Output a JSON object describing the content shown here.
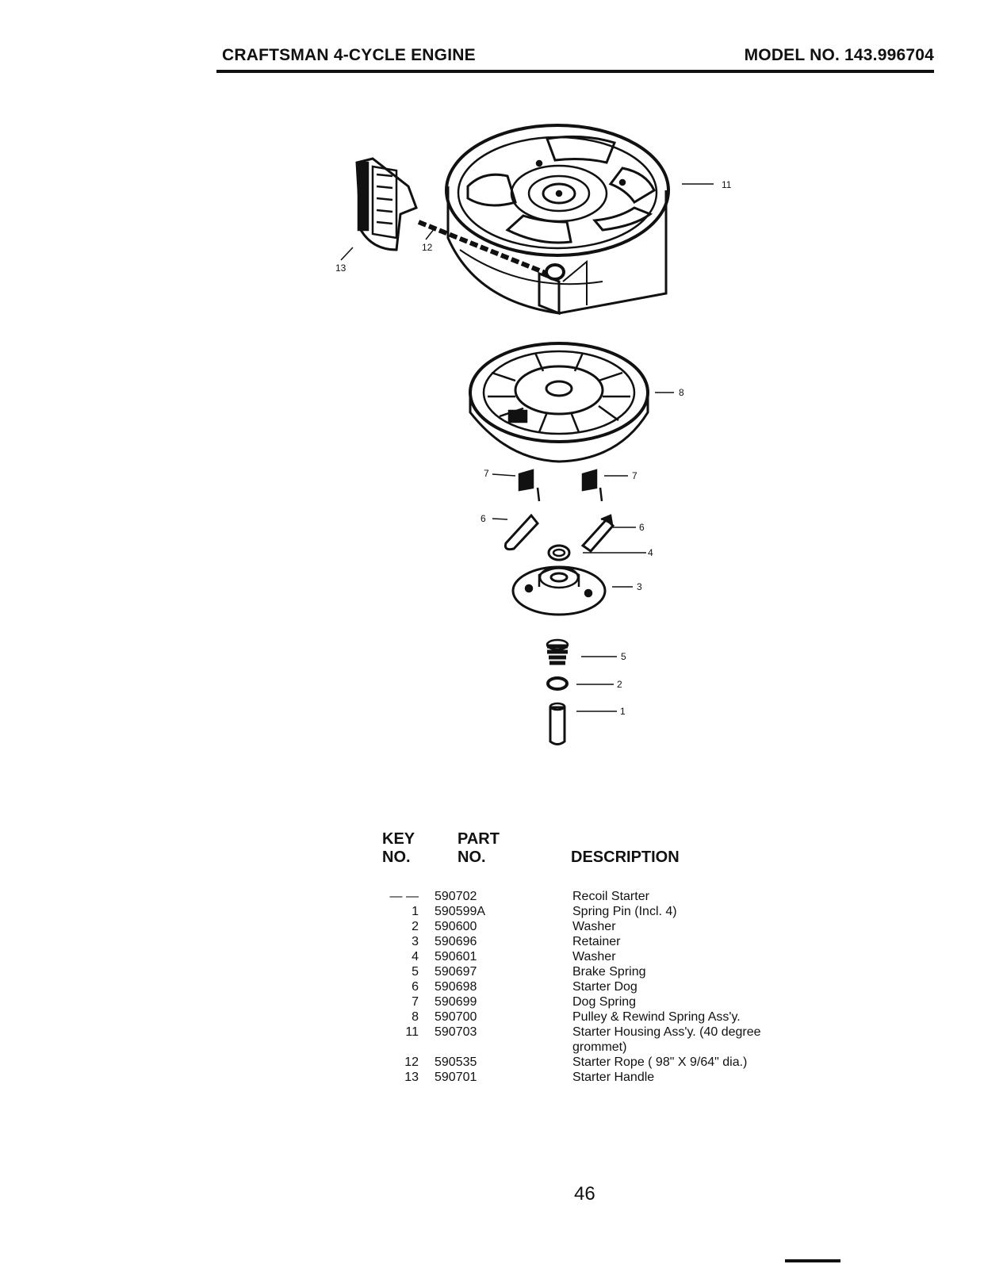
{
  "header": {
    "title": "CRAFTSMAN 4-CYCLE ENGINE",
    "model": "MODEL NO. 143.996704"
  },
  "diagram": {
    "callouts": [
      "11",
      "12",
      "13",
      "8",
      "7",
      "7",
      "6",
      "6",
      "4",
      "3",
      "5",
      "2",
      "1"
    ]
  },
  "table": {
    "headers": {
      "key_line1": "KEY",
      "key_line2": "NO.",
      "part_line1": "PART",
      "part_line2": "NO.",
      "description": "DESCRIPTION"
    },
    "rows": [
      {
        "key": "— —",
        "part": "590702",
        "description": "Recoil Starter"
      },
      {
        "key": "1",
        "part": "590599A",
        "description": "Spring Pin (Incl. 4)"
      },
      {
        "key": "2",
        "part": "590600",
        "description": "Washer"
      },
      {
        "key": "3",
        "part": "590696",
        "description": "Retainer"
      },
      {
        "key": "4",
        "part": "590601",
        "description": "Washer"
      },
      {
        "key": "5",
        "part": "590697",
        "description": "Brake Spring"
      },
      {
        "key": "6",
        "part": "590698",
        "description": "Starter Dog"
      },
      {
        "key": "7",
        "part": "590699",
        "description": "Dog Spring"
      },
      {
        "key": "8",
        "part": "590700",
        "description": "Pulley & Rewind Spring Ass'y."
      },
      {
        "key": "11",
        "part": "590703",
        "description": "Starter Housing Ass'y. (40 degree grommet)"
      },
      {
        "key": "12",
        "part": "590535",
        "description": "Starter Rope ( 98\" X 9/64\" dia.)"
      },
      {
        "key": "13",
        "part": "590701",
        "description": "Starter Handle"
      }
    ]
  },
  "page_number": "46"
}
